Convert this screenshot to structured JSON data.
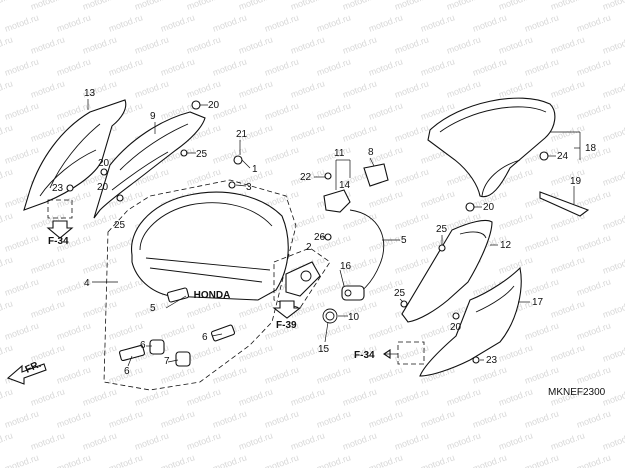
{
  "watermark": "motod.ru",
  "diagram_code": "MKNEF2300",
  "front_label": "FR.",
  "callouts": {
    "n1": "1",
    "n2": "2",
    "n3": "3",
    "n4": "4",
    "n5": "5",
    "n6a": "6",
    "n6b": "6",
    "n6c": "6",
    "n7": "7",
    "n8": "8",
    "n9": "9",
    "n10": "10",
    "n11": "11",
    "n12": "12",
    "n13": "13",
    "n14": "14",
    "n15": "15",
    "n16": "16",
    "n17": "17",
    "n18": "18",
    "n19": "19",
    "n20a": "20",
    "n20b": "20",
    "n20c": "20",
    "n20d": "20",
    "n21": "21",
    "n22": "22",
    "n23a": "23",
    "n23b": "23",
    "n24": "24",
    "n25a": "25",
    "n25b": "25",
    "n25c": "25",
    "n25d": "25",
    "n26": "26"
  },
  "refs": {
    "f34_left": "F-34",
    "f39": "F-39",
    "f34_right": "F-34"
  },
  "seat_logo": "HONDA"
}
